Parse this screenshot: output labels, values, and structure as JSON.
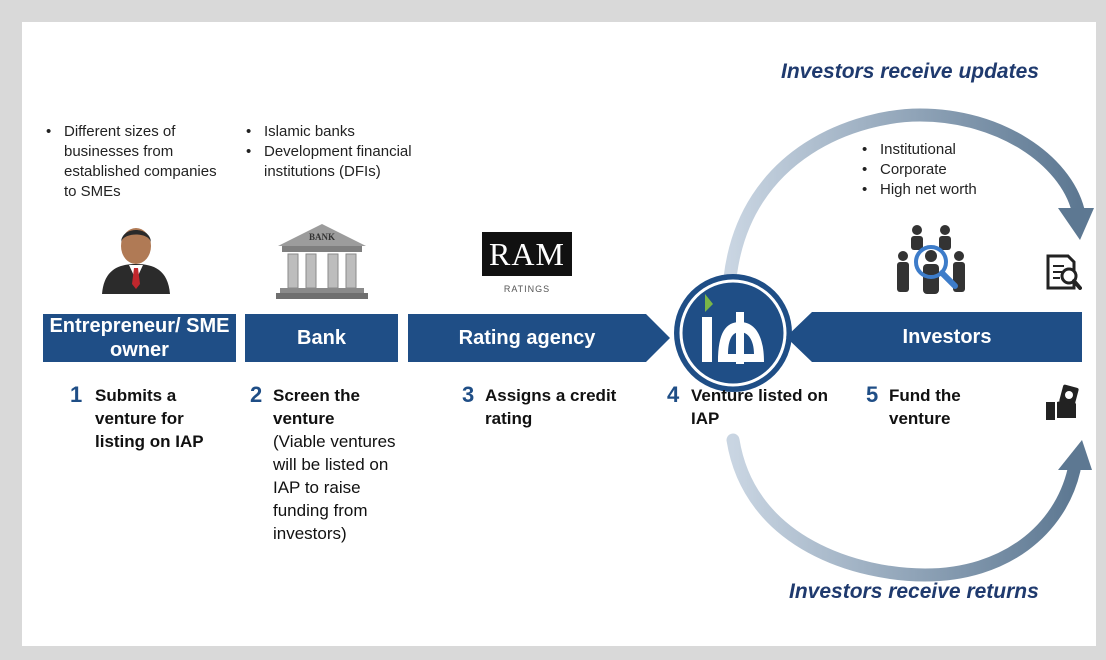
{
  "flow": {
    "top_label": "Investors receive updates",
    "bottom_label": "Investors receive returns"
  },
  "columns": {
    "entrepreneur": {
      "bullets": [
        "Different sizes of businesses from established companies to SMEs"
      ],
      "bar_label": "Entrepreneur/ SME owner",
      "step_number": "1",
      "step_text": "Submits a venture for listing on IAP"
    },
    "bank": {
      "bullets": [
        "Islamic banks",
        "Development financial institutions (DFIs)"
      ],
      "icon_text": "BANK",
      "bar_label": "Bank",
      "step_number": "2",
      "step_text": "Screen the venture",
      "step_subtext": "(Viable ventures will be listed on IAP to raise funding from investors)"
    },
    "rating": {
      "logo_text": "RAM",
      "logo_subtext": "RATINGS",
      "bar_label": "Rating agency",
      "step_number": "3",
      "step_text": "Assigns a credit rating"
    },
    "iap": {
      "step_number": "4",
      "step_text": "Venture listed on IAP"
    },
    "investors": {
      "bullets": [
        "Institutional",
        "Corporate",
        "High net worth"
      ],
      "bar_label": "Investors",
      "step_number": "5",
      "step_text": "Fund the venture"
    }
  },
  "colors": {
    "primary": "#1f4e86",
    "arc": "#a4b6c9",
    "label": "#1f3a6e"
  }
}
